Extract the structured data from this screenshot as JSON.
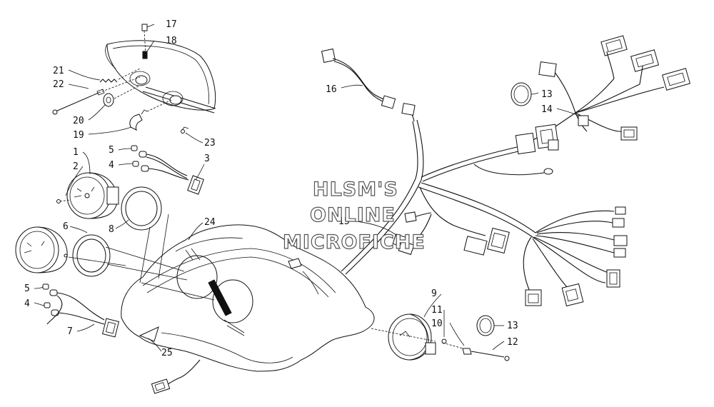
{
  "labels": {
    "l1": "1",
    "l2": "2",
    "l3": "3",
    "l4a": "4",
    "l4b": "4",
    "l5a": "5",
    "l5b": "5",
    "l6": "6",
    "l7": "7",
    "l8": "8",
    "l9": "9",
    "l10": "10",
    "l11": "11",
    "l12": "12",
    "l13a": "13",
    "l13b": "13",
    "l14": "14",
    "l15": "15",
    "l16": "16",
    "l17": "17",
    "l18": "18",
    "l19": "19",
    "l20": "20",
    "l21": "21",
    "l22": "22",
    "l23": "23",
    "l24": "24",
    "l25": "25"
  },
  "watermark": {
    "line1": "HLSM'S",
    "line2": "ONLINE",
    "line3": "MICROFICHE"
  }
}
